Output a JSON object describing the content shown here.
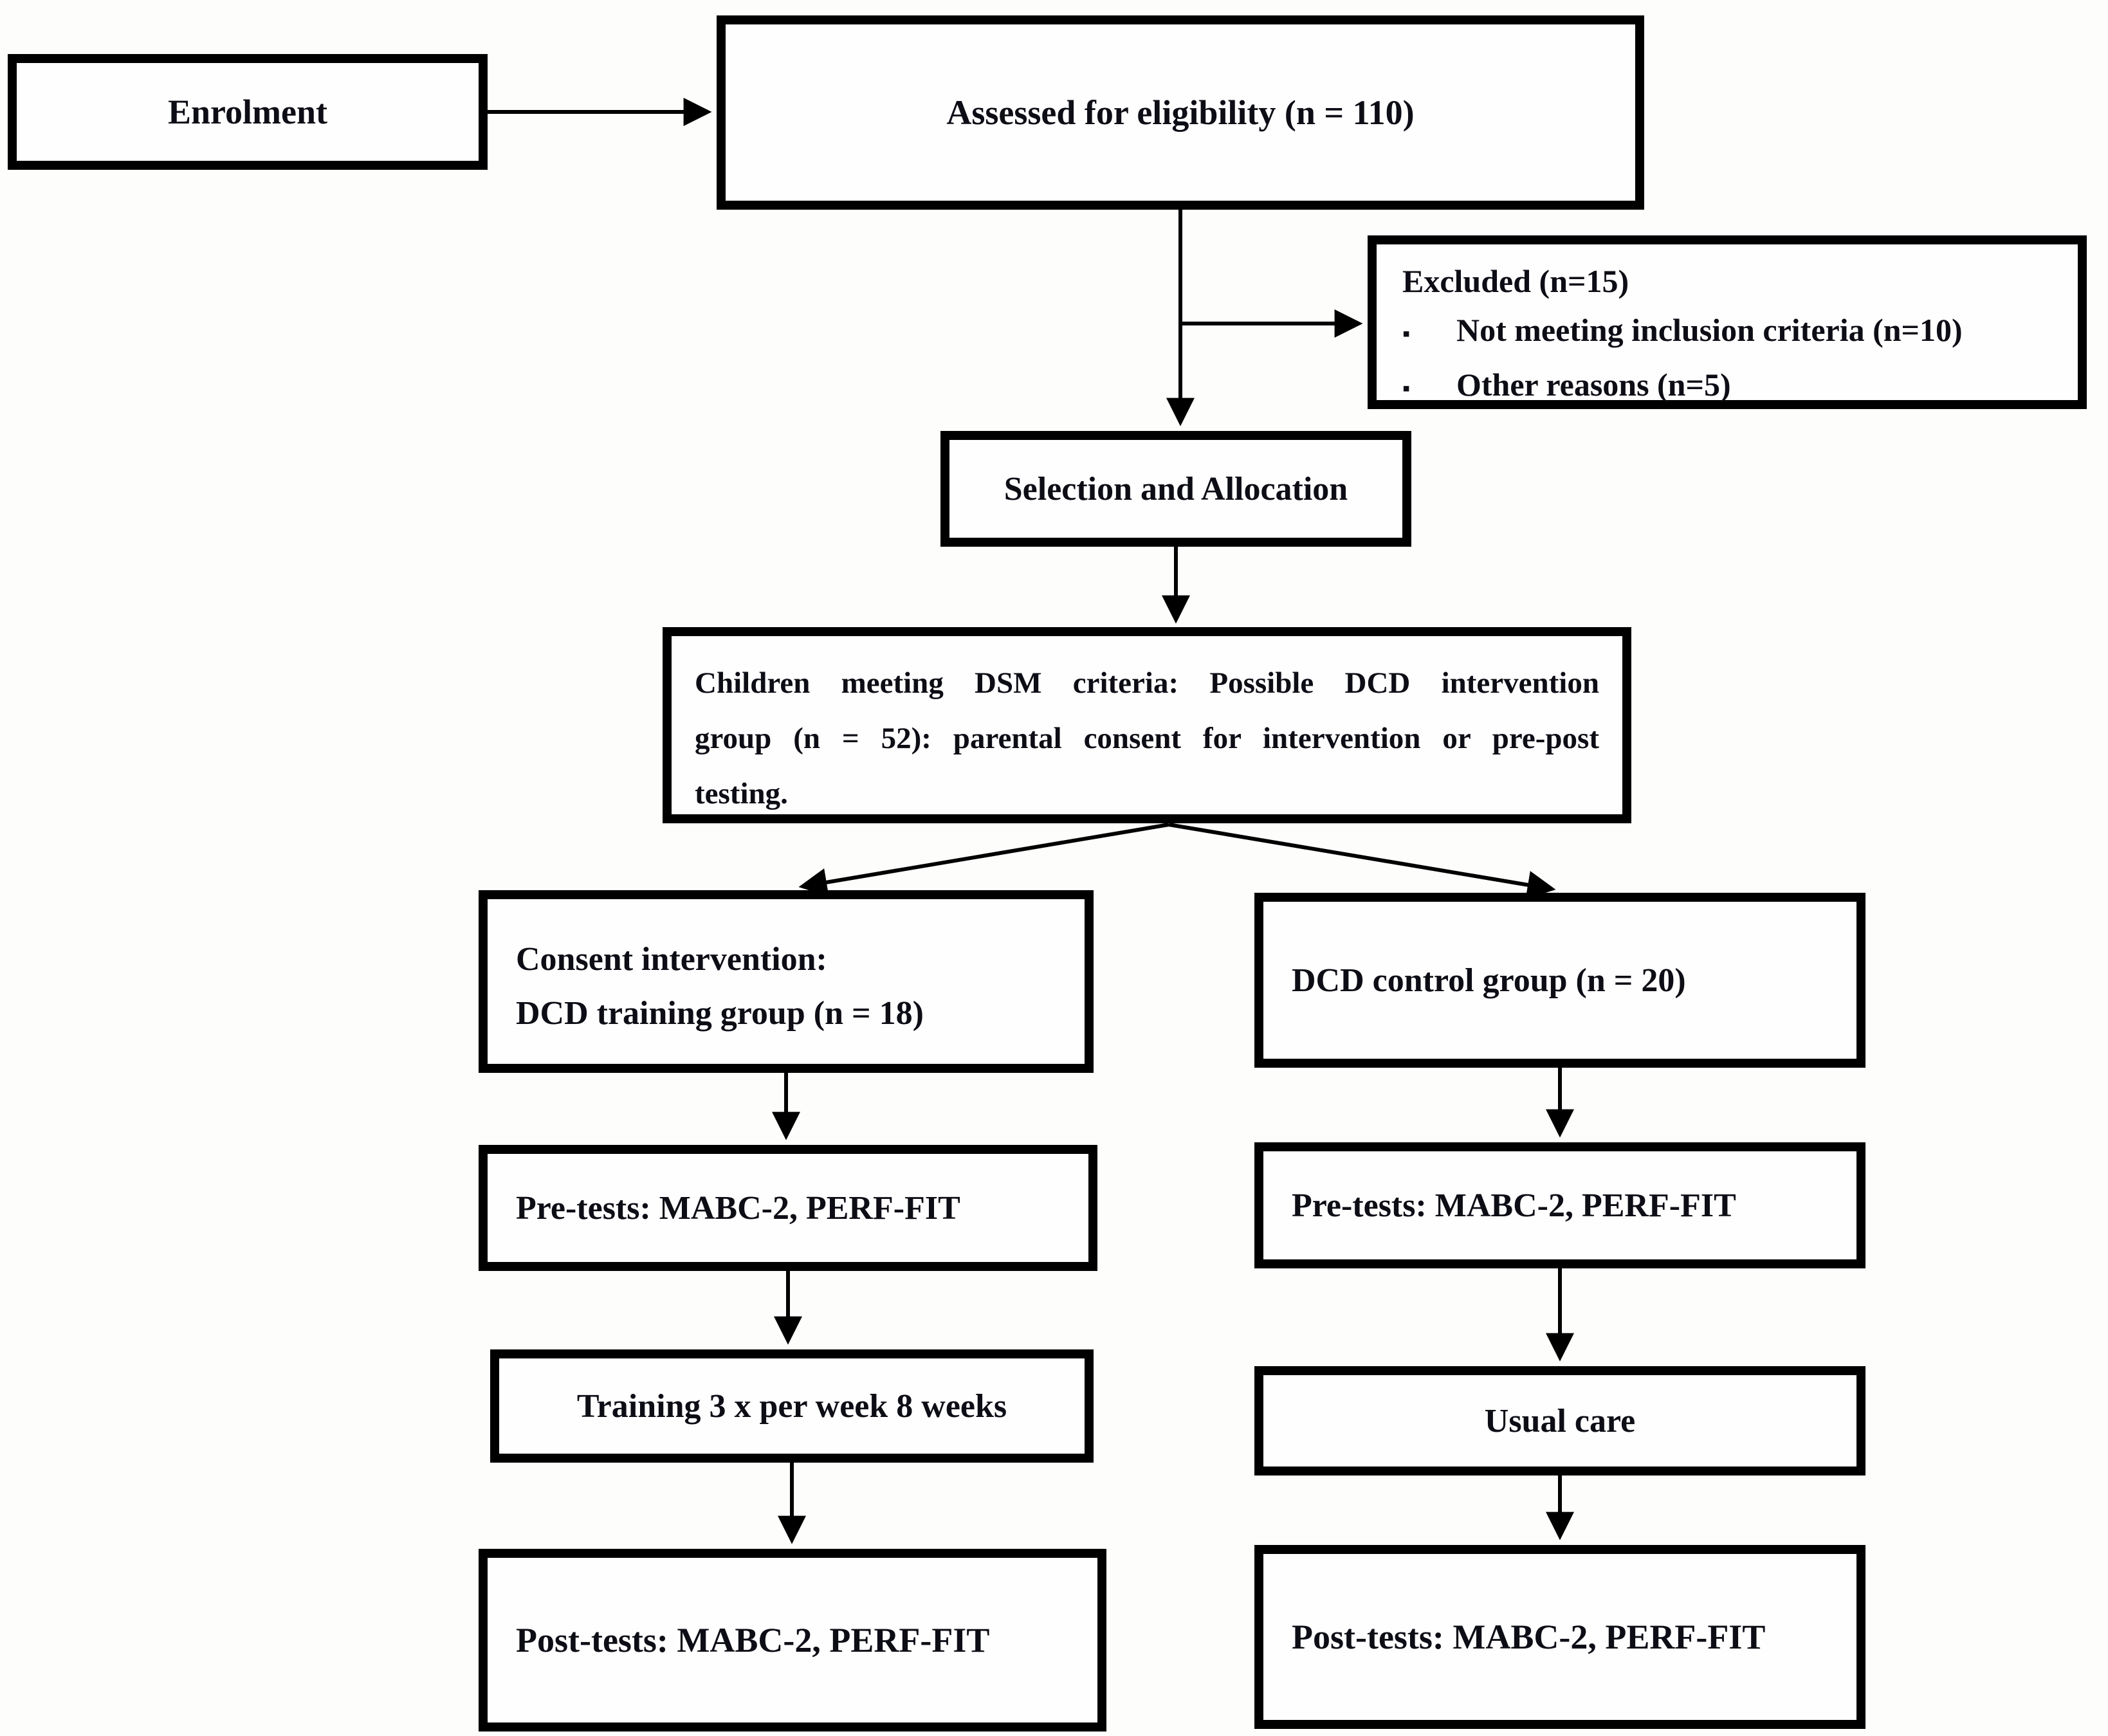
{
  "figure": {
    "nodes": {
      "enrolment": {
        "label": "Enrolment"
      },
      "assessed": {
        "label": "Assessed for eligibility (n = 110)"
      },
      "excluded": {
        "title": "Excluded (n=15)",
        "bullet_glyph": "▪",
        "bullets": [
          "Not meeting inclusion criteria (n=10)",
          "Other reasons (n=5)"
        ]
      },
      "selection": {
        "label": "Selection and Allocation"
      },
      "dsm": {
        "lines": [
          "Children meeting DSM criteria: Possible DCD intervention",
          "group (n = 52): parental consent for intervention or pre-post",
          "testing."
        ]
      },
      "consent": {
        "lines": [
          "Consent intervention:",
          "DCD training group (n = 18)"
        ]
      },
      "control": {
        "label": "DCD control group (n = 20)"
      },
      "pretests_left": {
        "label": "Pre-tests: MABC-2, PERF-FIT"
      },
      "pretests_right": {
        "label": "Pre-tests: MABC-2, PERF-FIT"
      },
      "training": {
        "label": "Training 3 x per week 8 weeks"
      },
      "usual_care": {
        "label": "Usual care"
      },
      "posttests_left": {
        "label": "Post-tests: MABC-2, PERF-FIT"
      },
      "posttests_right": {
        "label": "Post-tests: MABC-2, PERF-FIT"
      }
    },
    "colors": {
      "border": "#000000",
      "fill": "#fefefe",
      "text": "#0d0d16",
      "background": "#fdfdfc"
    }
  }
}
